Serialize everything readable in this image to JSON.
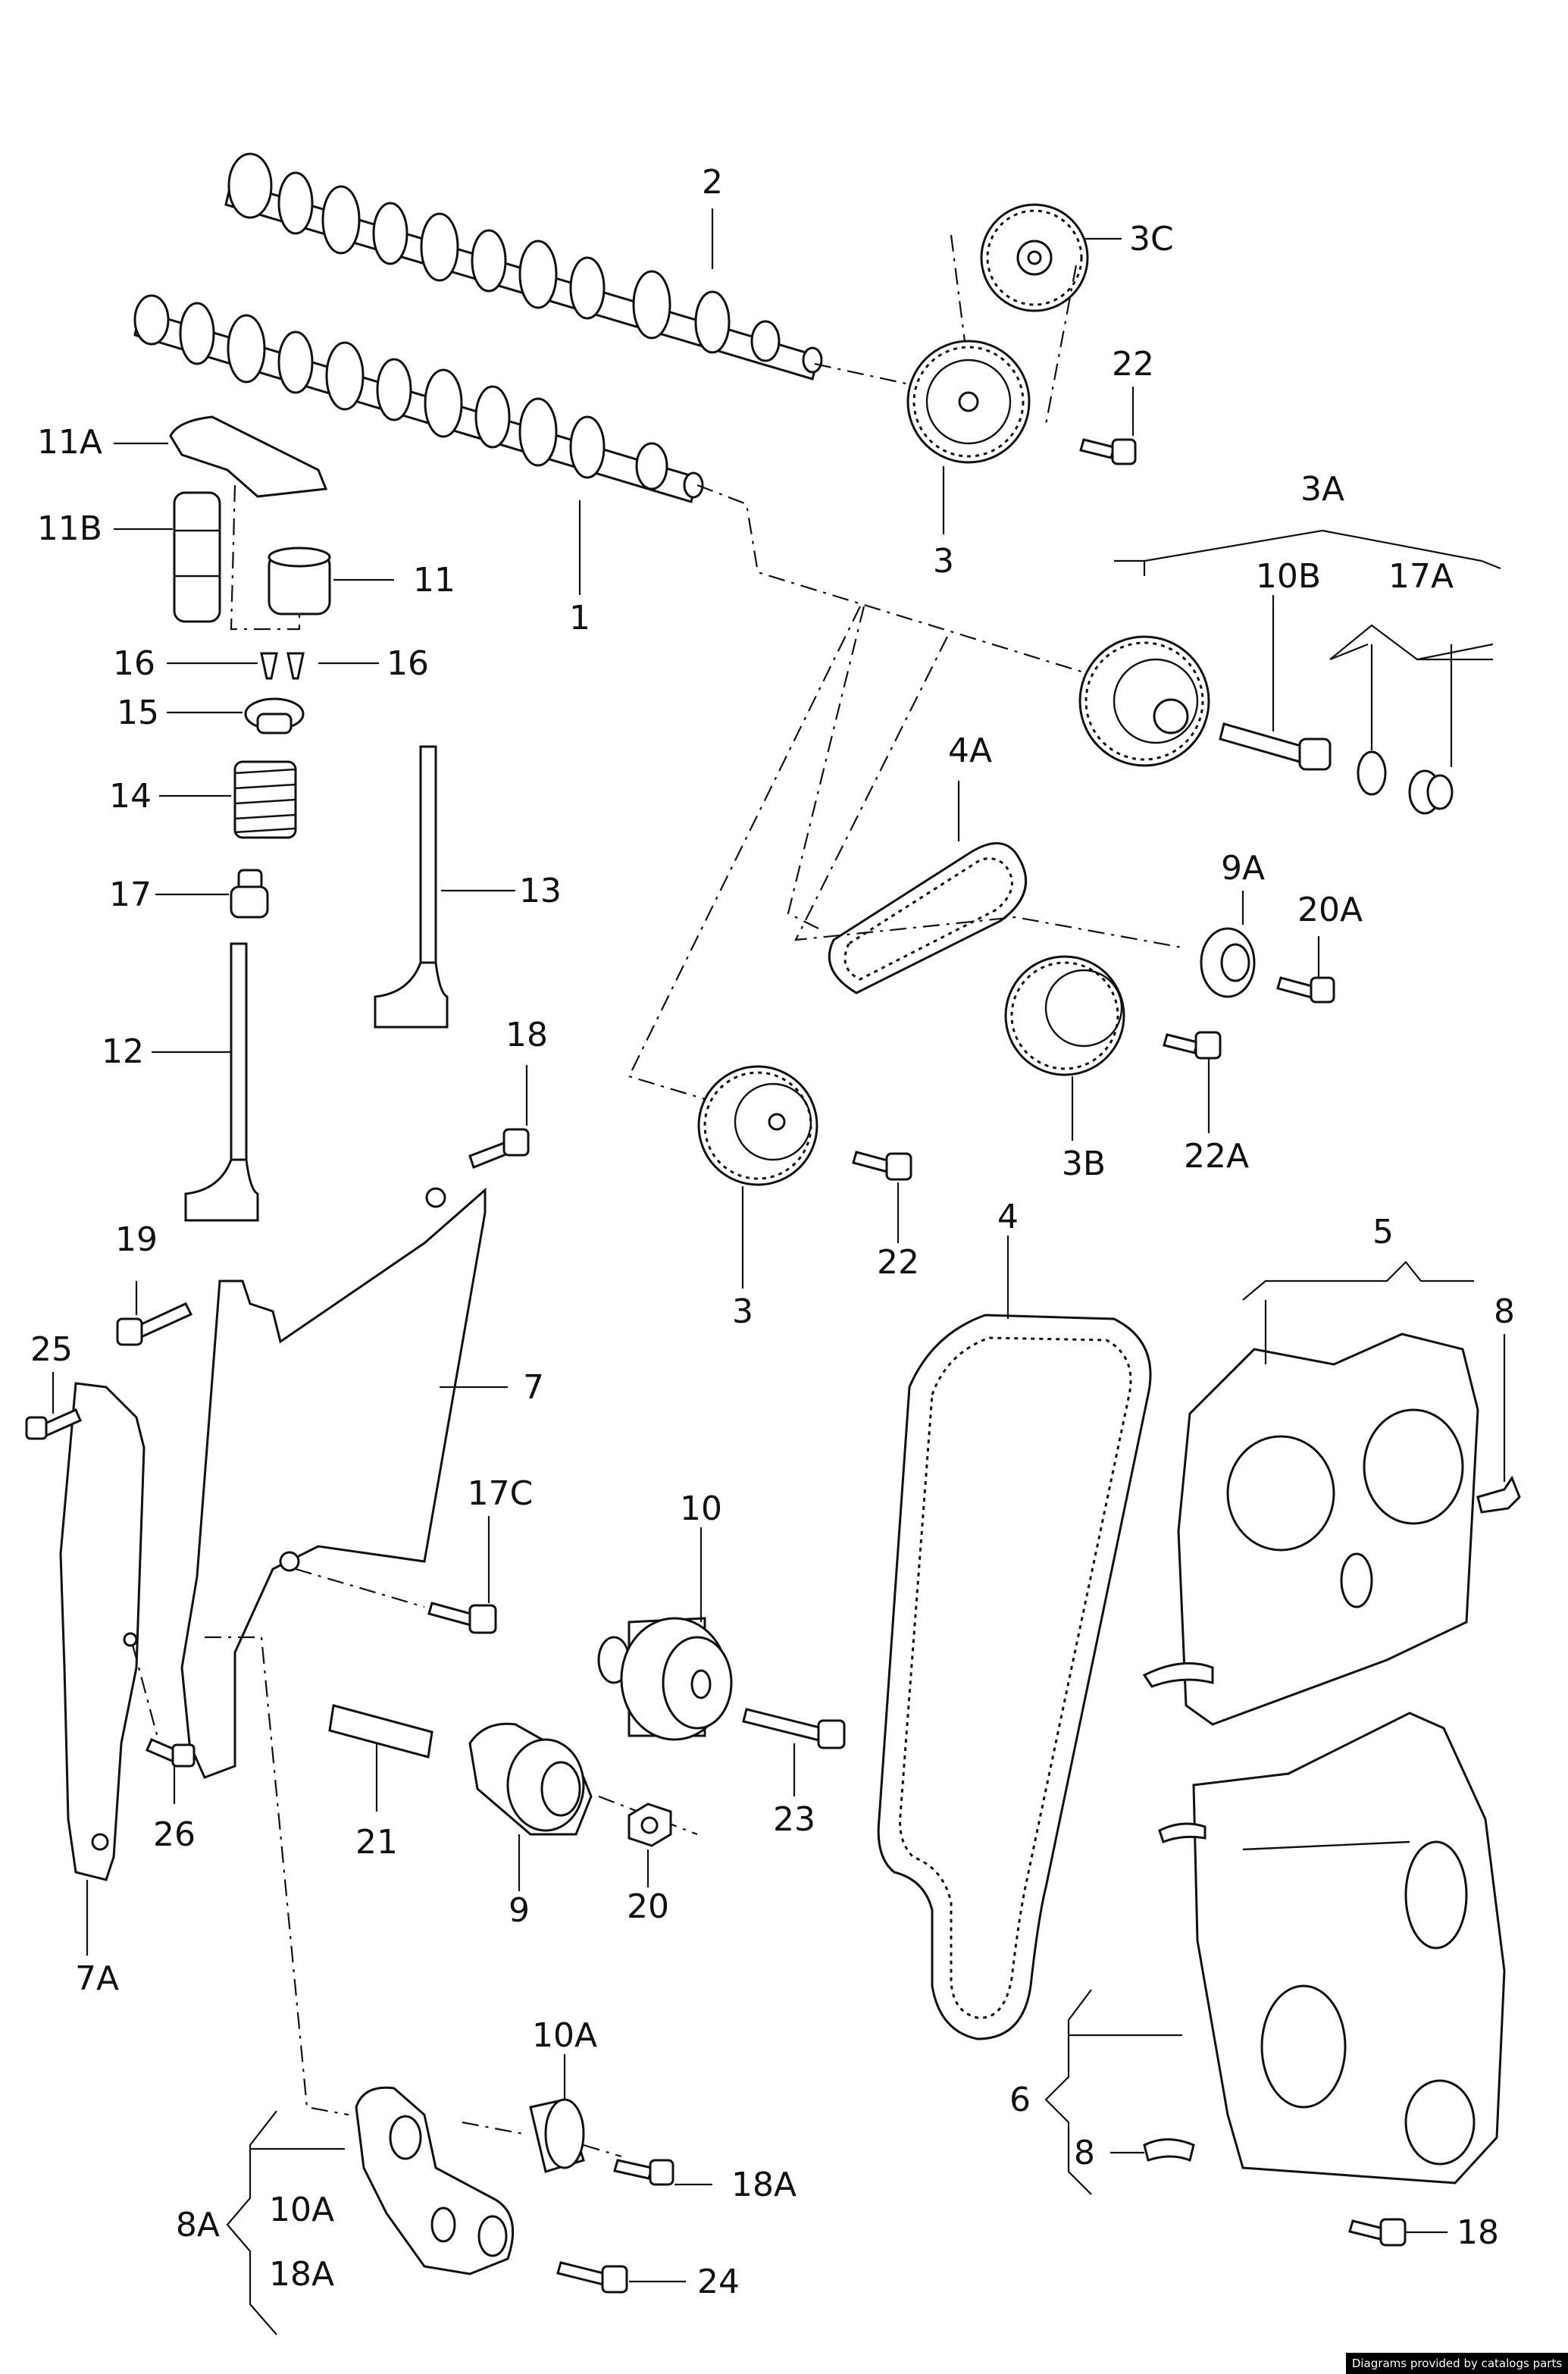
{
  "diagram": {
    "callouts": [
      "2",
      "3C",
      "22",
      "11A",
      "11B",
      "11",
      "1",
      "3",
      "3A",
      "10B",
      "17A",
      "16",
      "16",
      "15",
      "14",
      "4A",
      "13",
      "17",
      "9A",
      "20A",
      "12",
      "18",
      "22A",
      "3B",
      "19",
      "22",
      "3",
      "4",
      "5",
      "8",
      "25",
      "7",
      "17C",
      "10",
      "21",
      "9",
      "20",
      "23",
      "26",
      "7A",
      "10A",
      "6",
      "8",
      "8A",
      "10A",
      "18A",
      "18A",
      "24",
      "18"
    ]
  },
  "footer": {
    "credit": "Diagrams provided by catalogs parts"
  }
}
